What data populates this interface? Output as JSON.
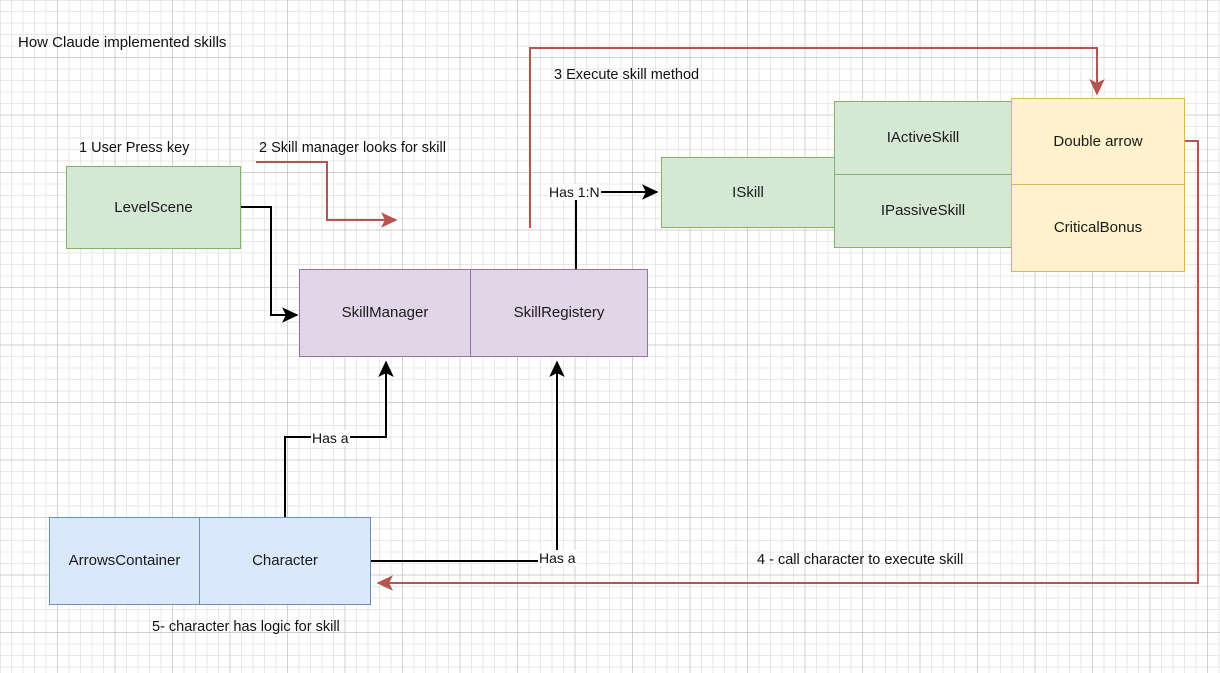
{
  "diagram": {
    "title": "How Claude implemented skills",
    "colors": {
      "green_fill": "#d5e8d4",
      "green_stroke": "#82b366",
      "purple_fill": "#e1d5e7",
      "purple_stroke": "#9673a6",
      "yellow_fill": "#fff2cc",
      "yellow_stroke": "#d6b656",
      "blue_fill": "#dae8fc",
      "blue_stroke": "#6c8ebf",
      "black_edge": "#000000",
      "red_edge": "#b85450",
      "grid": "#e1e1e1"
    },
    "nodes": [
      {
        "id": "level-scene",
        "label": "LevelScene",
        "style": "green"
      },
      {
        "id": "skill-manager",
        "label": "SkillManager",
        "style": "purple"
      },
      {
        "id": "skill-registery",
        "label": "SkillRegistery",
        "style": "purple"
      },
      {
        "id": "iskill",
        "label": "ISkill",
        "style": "green"
      },
      {
        "id": "iactiveskill",
        "label": "IActiveSkill",
        "style": "green"
      },
      {
        "id": "ipassiveskill",
        "label": "IPassiveSkill",
        "style": "green"
      },
      {
        "id": "double-arrow",
        "label": "Double arrow",
        "style": "yellow"
      },
      {
        "id": "critical-bonus",
        "label": "CriticalBonus",
        "style": "yellow"
      },
      {
        "id": "arrows-container",
        "label": "ArrowsContainer",
        "style": "blue"
      },
      {
        "id": "character",
        "label": "Character",
        "style": "blue"
      }
    ],
    "step_labels": [
      {
        "id": "step-1",
        "text": "1 User Press key"
      },
      {
        "id": "step-2",
        "text": "2 Skill manager looks for skill"
      },
      {
        "id": "step-3",
        "text": "3 Execute skill method"
      },
      {
        "id": "step-4",
        "text": "4 - call character to execute skill"
      },
      {
        "id": "step-5",
        "text": "5- character has logic for skill"
      }
    ],
    "edge_labels": [
      {
        "id": "has-1n",
        "text": "Has 1:N"
      },
      {
        "id": "has-a-manager",
        "text": "Has a"
      },
      {
        "id": "has-a-registery",
        "text": "Has a"
      }
    ]
  }
}
